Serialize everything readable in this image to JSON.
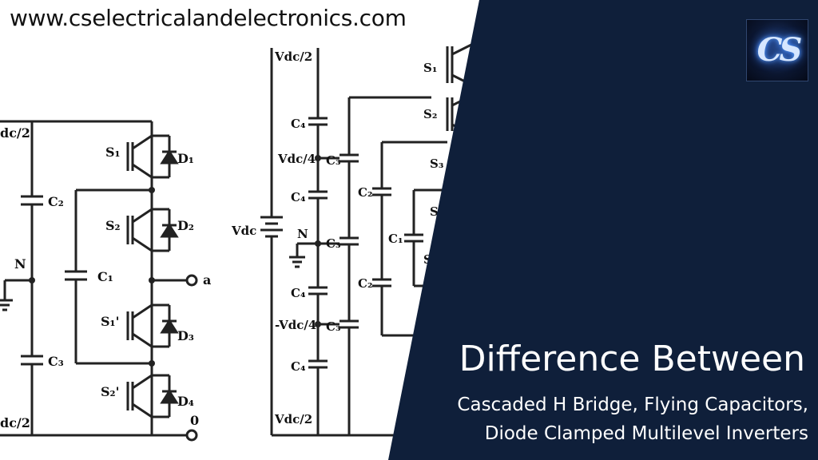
{
  "site": {
    "url": "www.cselectricalandelectronics.com"
  },
  "logo": {
    "text": "CS"
  },
  "heading": {
    "title": "Difference Between",
    "subtitle_line1": "Cascaded H Bridge, Flying Capacitors,",
    "subtitle_line2": "Diode Clamped Multilevel Inverters"
  },
  "colors": {
    "panel": "#0f1f3a",
    "text_on_panel": "#ffffff",
    "background": "#ffffff"
  },
  "diagram_left": {
    "labels": {
      "top_rail": "dc/2",
      "bottom_rail": "dc/2",
      "c2": "C₂",
      "c3": "C₃",
      "c1": "C₁",
      "n": "N",
      "s1": "S₁",
      "s2": "S₂",
      "s1p": "S₁'",
      "s2p": "S₂'",
      "d1": "D₁",
      "d2": "D₂",
      "d3": "D₃",
      "d4": "D₄",
      "out_a": "a",
      "out_0": "0"
    }
  },
  "diagram_right": {
    "labels": {
      "vdc_top": "Vdc/2",
      "vdc_quarter": "Vdc/4",
      "vdc": "Vdc",
      "n": "N",
      "neg_vdc_quarter": "-Vdc/4",
      "vdc_bottom": "Vdc/2",
      "c4_1": "C₄",
      "c4_2": "C₄",
      "c4_3": "C₄",
      "c4_4": "C₄",
      "c3_1": "C₃",
      "c3_2": "C₃",
      "c3_3": "C₃",
      "c2_1": "C₂",
      "c2_2": "C₂",
      "c1": "C₁",
      "s1": "S₁",
      "s2": "S₂",
      "s3": "S₃",
      "s_a": "S",
      "s_b": "S"
    }
  }
}
